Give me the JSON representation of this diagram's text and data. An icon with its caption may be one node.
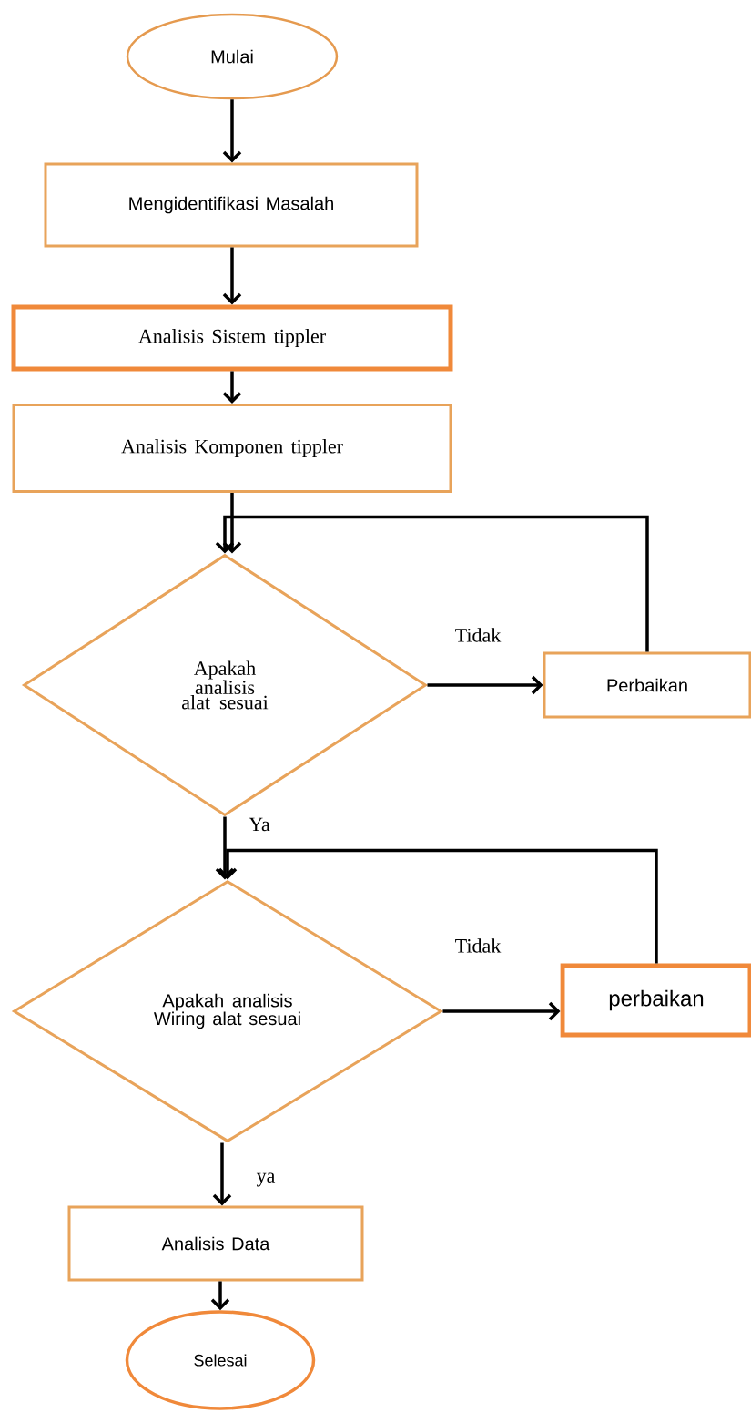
{
  "diagram": {
    "nodes": [
      {
        "text": [
          "Mulai"
        ]
      },
      {
        "text": [
          "Mengidentifikasi Masalah"
        ]
      },
      {
        "text": [
          "Analisis Sistem tippler"
        ]
      },
      {
        "text": [
          "Analisis Komponen tippler"
        ]
      },
      {
        "text": [
          "Apakah analisis alat sesuai"
        ]
      },
      {
        "text": [
          "Perbaikan"
        ]
      },
      {
        "text": [
          "Apakah analisis Wiring alat sesuai"
        ]
      },
      {
        "text": [
          "perbaikan"
        ]
      },
      {
        "text": [
          "Analisis Data"
        ]
      },
      {
        "text": [
          "Selesai"
        ]
      }
    ],
    "edges": [
      {
        "from": 0,
        "to": 1,
        "arrow": "to"
      },
      {
        "from": 1,
        "to": 2,
        "arrow": "to"
      },
      {
        "from": 2,
        "to": 3,
        "arrow": "to"
      },
      {
        "from": 3,
        "to": 4,
        "arrow": "to"
      },
      {
        "from": 4,
        "to": 5,
        "arrow": "to",
        "label": "Tidak"
      },
      {
        "from": 5,
        "to": 4,
        "arrow": "to"
      },
      {
        "from": 4,
        "to": 6,
        "arrow": "to",
        "label": "Ya"
      },
      {
        "from": 6,
        "to": 7,
        "arrow": "to",
        "label": "Tidak"
      },
      {
        "from": 7,
        "to": 6,
        "arrow": "to"
      },
      {
        "from": 6,
        "to": 8,
        "arrow": "to",
        "label": "ya"
      },
      {
        "from": 8,
        "to": 9,
        "arrow": "to"
      }
    ]
  }
}
